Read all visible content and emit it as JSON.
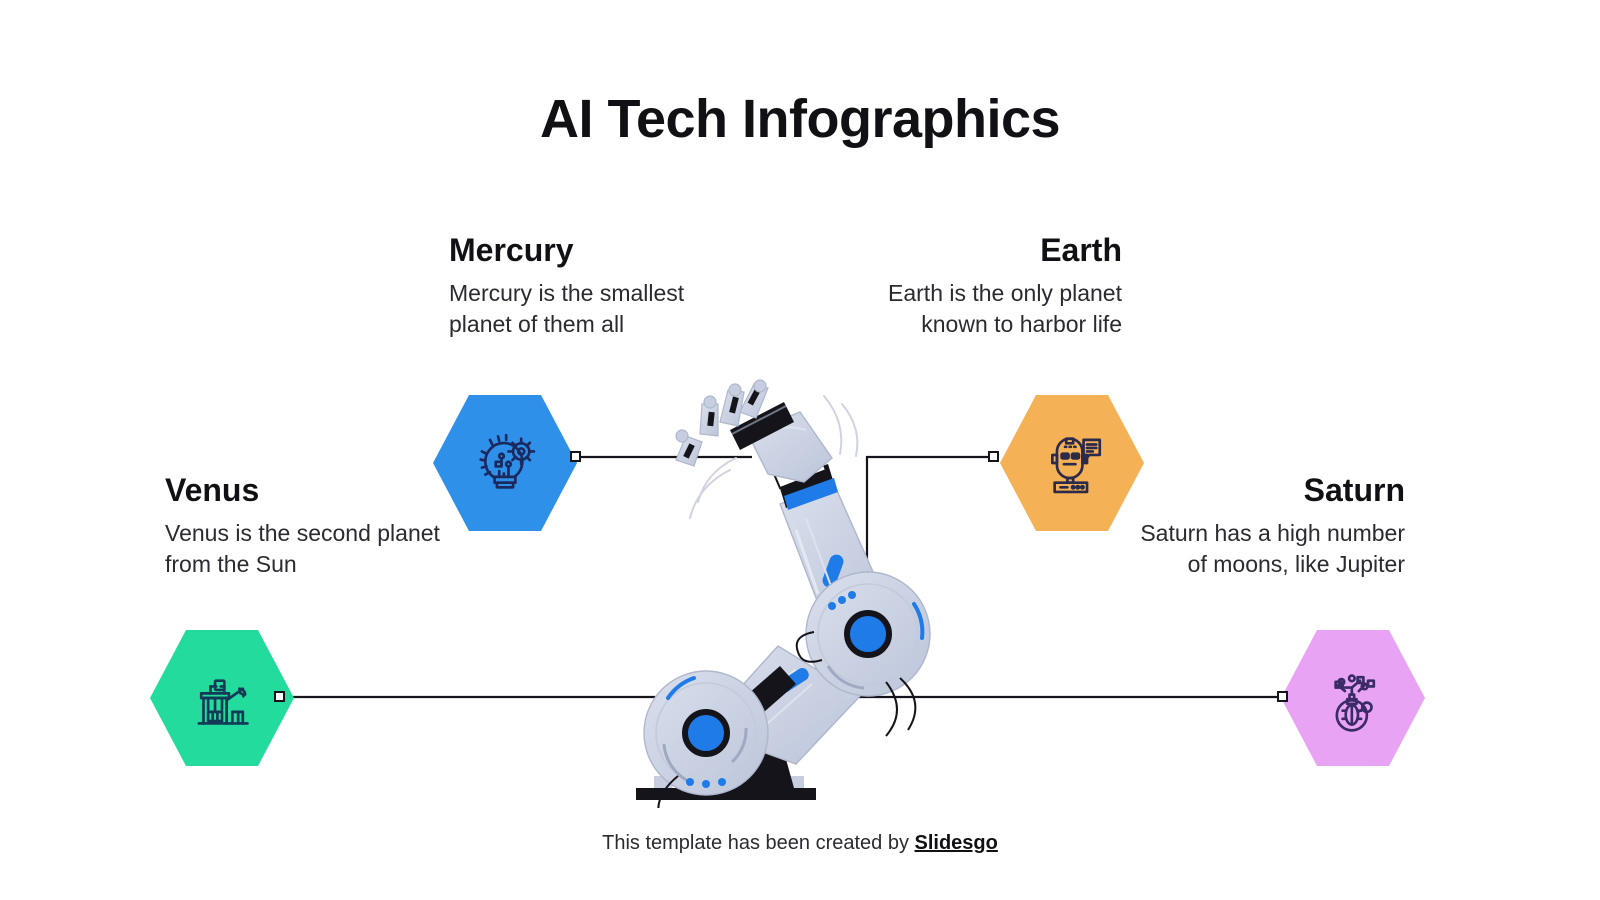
{
  "slide": {
    "title": "AI Tech Infographics",
    "background_color": "#ffffff",
    "text_color": "#111014"
  },
  "items": [
    {
      "id": "mercury",
      "heading": "Mercury",
      "body": "Mercury is the smallest planet of them all",
      "align": "left",
      "hex_color": "#2E90E8",
      "icon_color": "#1B2A5E",
      "icon": "lightbulb-gear-icon"
    },
    {
      "id": "earth",
      "heading": "Earth",
      "body": "Earth is the only planet known to harbor life",
      "align": "right",
      "hex_color": "#F5B155",
      "icon_color": "#2C2A4A",
      "icon": "robot-chat-icon"
    },
    {
      "id": "venus",
      "heading": "Venus",
      "body": "Venus is the second planet from the Sun",
      "align": "left",
      "hex_color": "#23DB9C",
      "icon_color": "#123A56",
      "icon": "smart-home-icon"
    },
    {
      "id": "saturn",
      "heading": "Saturn",
      "body": "Saturn has a high number of moons, like Jupiter",
      "align": "right",
      "hex_color": "#E9A3F5",
      "icon_color": "#3A2A66",
      "icon": "ai-brain-circuit-icon"
    }
  ],
  "illustration": {
    "name": "robot-arm",
    "accent_color": "#1E7BE8",
    "metal_color": "#C7CEE0",
    "outline_color": "#15141a"
  },
  "connectors": {
    "line_color": "#15141a",
    "node_fill": "#ffffff"
  },
  "footer": {
    "text": "This template has been created by ",
    "brand": "Slidesgo"
  }
}
